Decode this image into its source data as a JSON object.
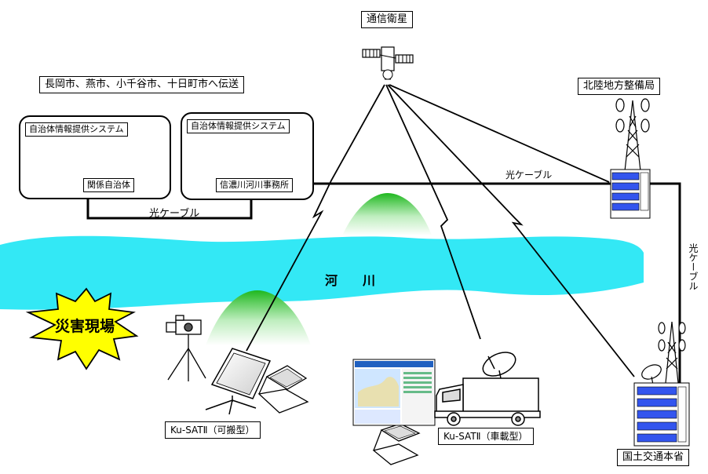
{
  "satellite": {
    "label": "通信衛星"
  },
  "cities_label": "長岡市、燕市、小千谷市、十日町市へ伝送",
  "left_panel": {
    "system": "自治体情報提供システム",
    "office": "関係自治体"
  },
  "mid_panel": {
    "system": "自治体情報提供システム",
    "office": "信濃川河川事務所"
  },
  "hokuriku": "北陸地方整備局",
  "mlit": "国土交通本省",
  "river": "河　　川",
  "disaster": "災害現場",
  "optical_cable": {
    "bottom": "光ケーブル",
    "top": "光ケーブル",
    "right": "光ケーブル"
  },
  "kusat_portable": "Ku-SATⅡ（可搬型）",
  "kusat_vehicle": "Ku-SATⅡ（車載型）",
  "colors": {
    "river": "#33e8f5",
    "disaster_star": "#ffff00",
    "mountain": "#2cc22c",
    "building": "#3355ee"
  }
}
